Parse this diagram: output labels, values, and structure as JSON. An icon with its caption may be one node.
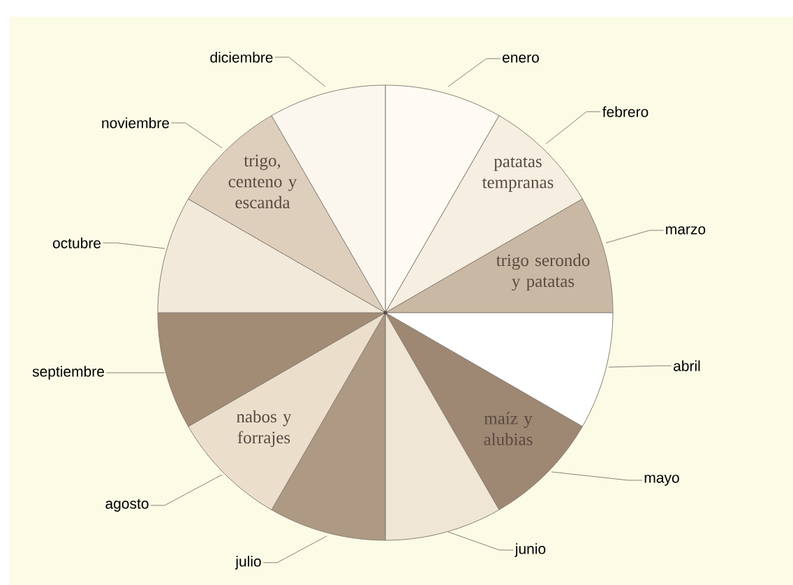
{
  "diagram": {
    "nodes": [
      {
        "text": [],
        "shape": "wedge"
      },
      {
        "text": [
          "patatas tempranas"
        ]
      },
      {
        "text": [
          "trigo serondo y patatas"
        ]
      },
      {
        "text": [],
        "shape": "wedge"
      },
      {
        "text": [
          "maíz y alubias"
        ]
      },
      {
        "text": [],
        "shape": "wedge"
      },
      {
        "text": [],
        "shape": "wedge"
      },
      {
        "text": [
          "nabos y forrajes"
        ]
      },
      {
        "text": [],
        "shape": "wedge"
      },
      {
        "text": [],
        "shape": "wedge"
      },
      {
        "text": [
          "trigo, centeno y escanda"
        ]
      },
      {
        "text": [],
        "shape": "wedge"
      },
      {
        "text": [
          "enero"
        ]
      },
      {
        "text": [
          "febrero"
        ]
      },
      {
        "text": [
          "marzo"
        ]
      },
      {
        "text": [
          "abril"
        ]
      },
      {
        "text": [
          "mayo"
        ]
      },
      {
        "text": [
          "junio"
        ]
      },
      {
        "text": [
          "julio"
        ]
      },
      {
        "text": [
          "agosto"
        ]
      },
      {
        "text": [
          "septiembre"
        ]
      },
      {
        "text": [
          "octubre"
        ]
      },
      {
        "text": [
          "noviembre"
        ]
      },
      {
        "text": [
          "diciembre"
        ]
      }
    ],
    "edges": [
      {
        "from": 12,
        "to": 0,
        "arrow": "none"
      },
      {
        "from": 13,
        "to": 1,
        "arrow": "none"
      },
      {
        "from": 14,
        "to": 2,
        "arrow": "none"
      },
      {
        "from": 15,
        "to": 3,
        "arrow": "none"
      },
      {
        "from": 16,
        "to": 4,
        "arrow": "none"
      },
      {
        "from": 17,
        "to": 5,
        "arrow": "none"
      },
      {
        "from": 18,
        "to": 6,
        "arrow": "none"
      },
      {
        "from": 19,
        "to": 7,
        "arrow": "none"
      },
      {
        "from": 20,
        "to": 8,
        "arrow": "none"
      },
      {
        "from": 21,
        "to": 9,
        "arrow": "none"
      },
      {
        "from": 22,
        "to": 10,
        "arrow": "none"
      },
      {
        "from": 23,
        "to": 11,
        "arrow": "none"
      }
    ]
  }
}
